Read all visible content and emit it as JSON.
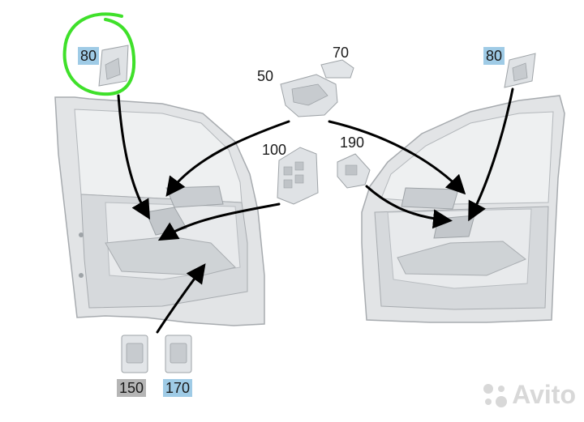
{
  "labels": {
    "p80_left": "80",
    "p50": "50",
    "p70": "70",
    "p80_right": "80",
    "p100": "100",
    "p190": "190",
    "p150": "150",
    "p170": "170"
  },
  "colors": {
    "highlight_circle": "#3fe02a",
    "label_blue": "#9fcbe6",
    "label_gray": "#b5b5b5",
    "door_fill": "#dfe1e3",
    "door_stroke": "#a9adb1",
    "arrow": "#000000"
  },
  "watermark": {
    "text": "Avito",
    "icon": "avito-dots-icon"
  }
}
